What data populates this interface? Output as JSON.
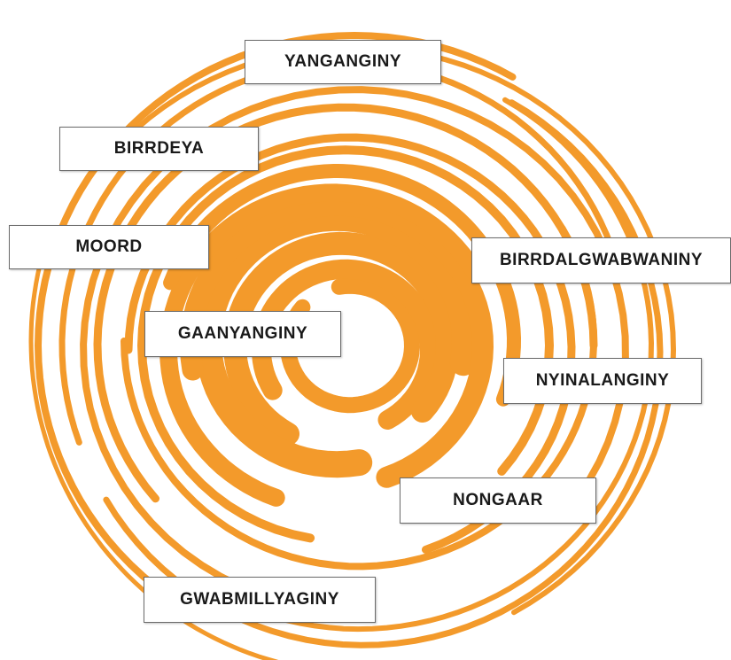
{
  "accent_color": "#f39a2b",
  "spiral_icon": "orange-concentric-spiral",
  "seasons": [
    {
      "name": "YANGANGINY"
    },
    {
      "name": "BIRRDEYA"
    },
    {
      "name": "MOORD"
    },
    {
      "name": "BIRRDALGWABWANINY"
    },
    {
      "name": "GAANYANGINY"
    },
    {
      "name": "NYINALANGINY"
    },
    {
      "name": "NONGAAR"
    },
    {
      "name": "GWABMILLYAGINY"
    }
  ]
}
